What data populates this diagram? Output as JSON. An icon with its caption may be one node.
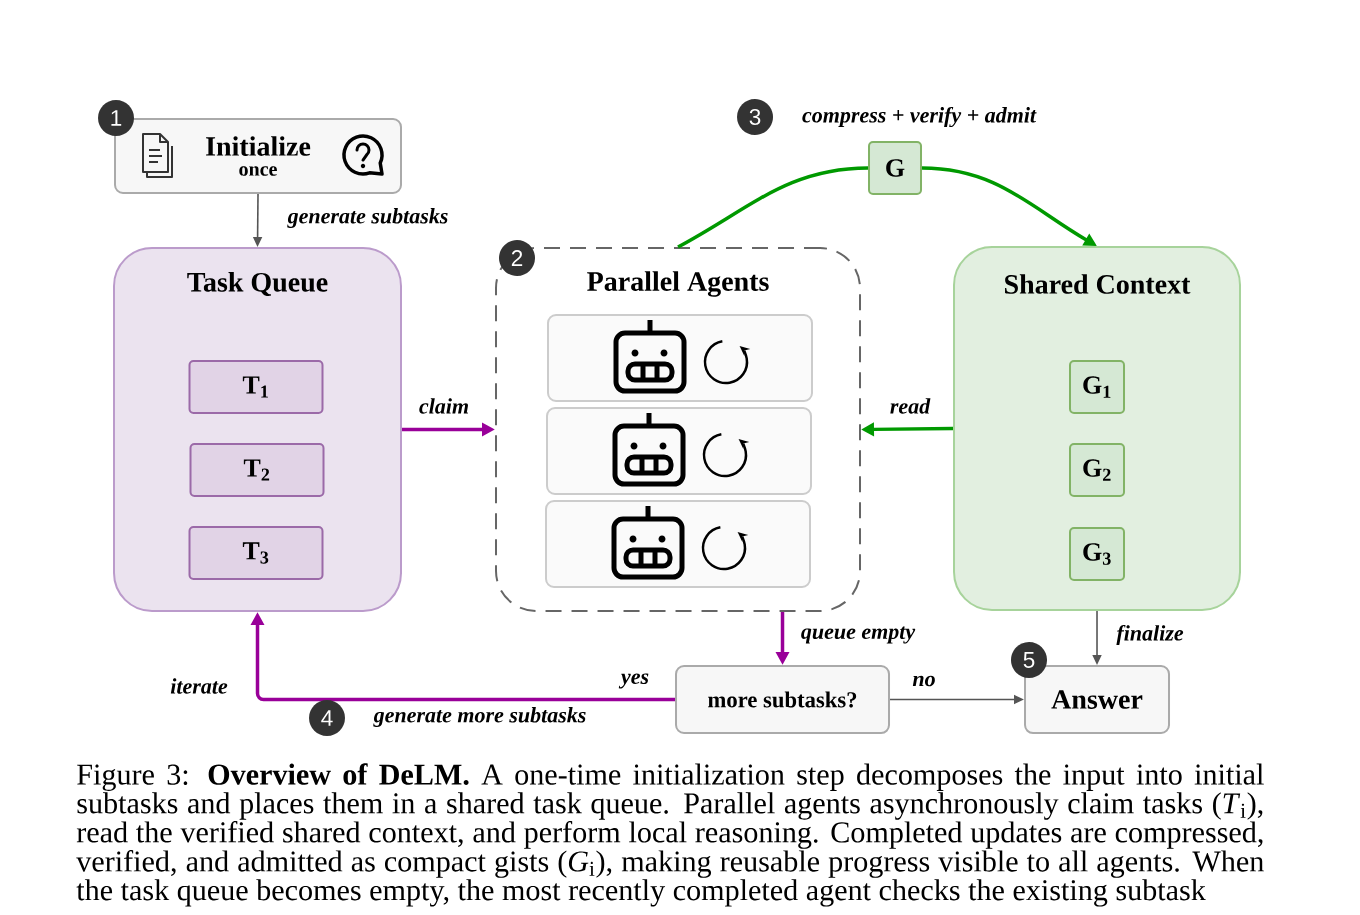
{
  "diagram": {
    "caption": "Figure 3: **Overview of DeLM.** A one-time initialization step decomposes the input into initial subtasks and places them in a shared task queue. Parallel agents asynchronously claim tasks (*T*$_{i}$), read the verified shared context, and perform local reasoning. Completed updates are compressed, verified, and admitted as compact gists (*G*$_{i}$), making reusable progress visible to all agents. When the task queue becomes empty, the most recently completed agent checks the existing subtask",
    "nodes": [
      {
        "text": [
          "Initialize",
          "once"
        ]
      },
      {
        "text": [
          "Task Queue"
        ]
      },
      {
        "text": [
          "T$_{1}$"
        ],
        "in": 1
      },
      {
        "text": [
          "T$_{2}$"
        ],
        "in": 1
      },
      {
        "text": [
          "T$_{3}$"
        ],
        "in": 1
      },
      {
        "text": [
          "Parallel Agents"
        ]
      },
      {
        "text": [],
        "shape": "box",
        "in": 5
      },
      {
        "text": [],
        "shape": "box",
        "in": 5
      },
      {
        "text": [],
        "shape": "box",
        "in": 5
      },
      {
        "text": [
          "G"
        ]
      },
      {
        "text": [
          "Shared Context"
        ]
      },
      {
        "text": [
          "G$_{1}$"
        ],
        "in": 10
      },
      {
        "text": [
          "G$_{2}$"
        ],
        "in": 10
      },
      {
        "text": [
          "G$_{3}$"
        ],
        "in": 10
      },
      {
        "text": [
          "more subtasks?"
        ]
      },
      {
        "text": [
          "Answer"
        ]
      }
    ],
    "edges": [
      {
        "from": 0,
        "to": 1,
        "arrow": "to",
        "label": "generate subtasks"
      },
      {
        "from": 1,
        "to": 5,
        "arrow": "to",
        "label": "claim",
        "color": "#990099"
      },
      {
        "from": 10,
        "to": 5,
        "arrow": "to",
        "label": "read",
        "color": "#009900"
      },
      {
        "from": 5,
        "to": 9,
        "arrow": "none",
        "color": "#009900"
      },
      {
        "from": 9,
        "to": 10,
        "arrow": "to",
        "color": "#009900"
      },
      {
        "from": 5,
        "to": 14,
        "arrow": "to",
        "label": "queue empty",
        "color": "#990099"
      },
      {
        "from": 14,
        "to": 1,
        "arrow": "to",
        "label": "yes",
        "color": "#990099"
      },
      {
        "from": 14,
        "to": 15,
        "arrow": "to",
        "label": "no"
      },
      {
        "from": 10,
        "to": 15,
        "arrow": "to",
        "label": "finalize"
      }
    ],
    "labels": [
      "1",
      "3",
      "compress + verify + admit",
      "2",
      "iterate",
      "4",
      "generate more subtasks",
      "5"
    ]
  }
}
